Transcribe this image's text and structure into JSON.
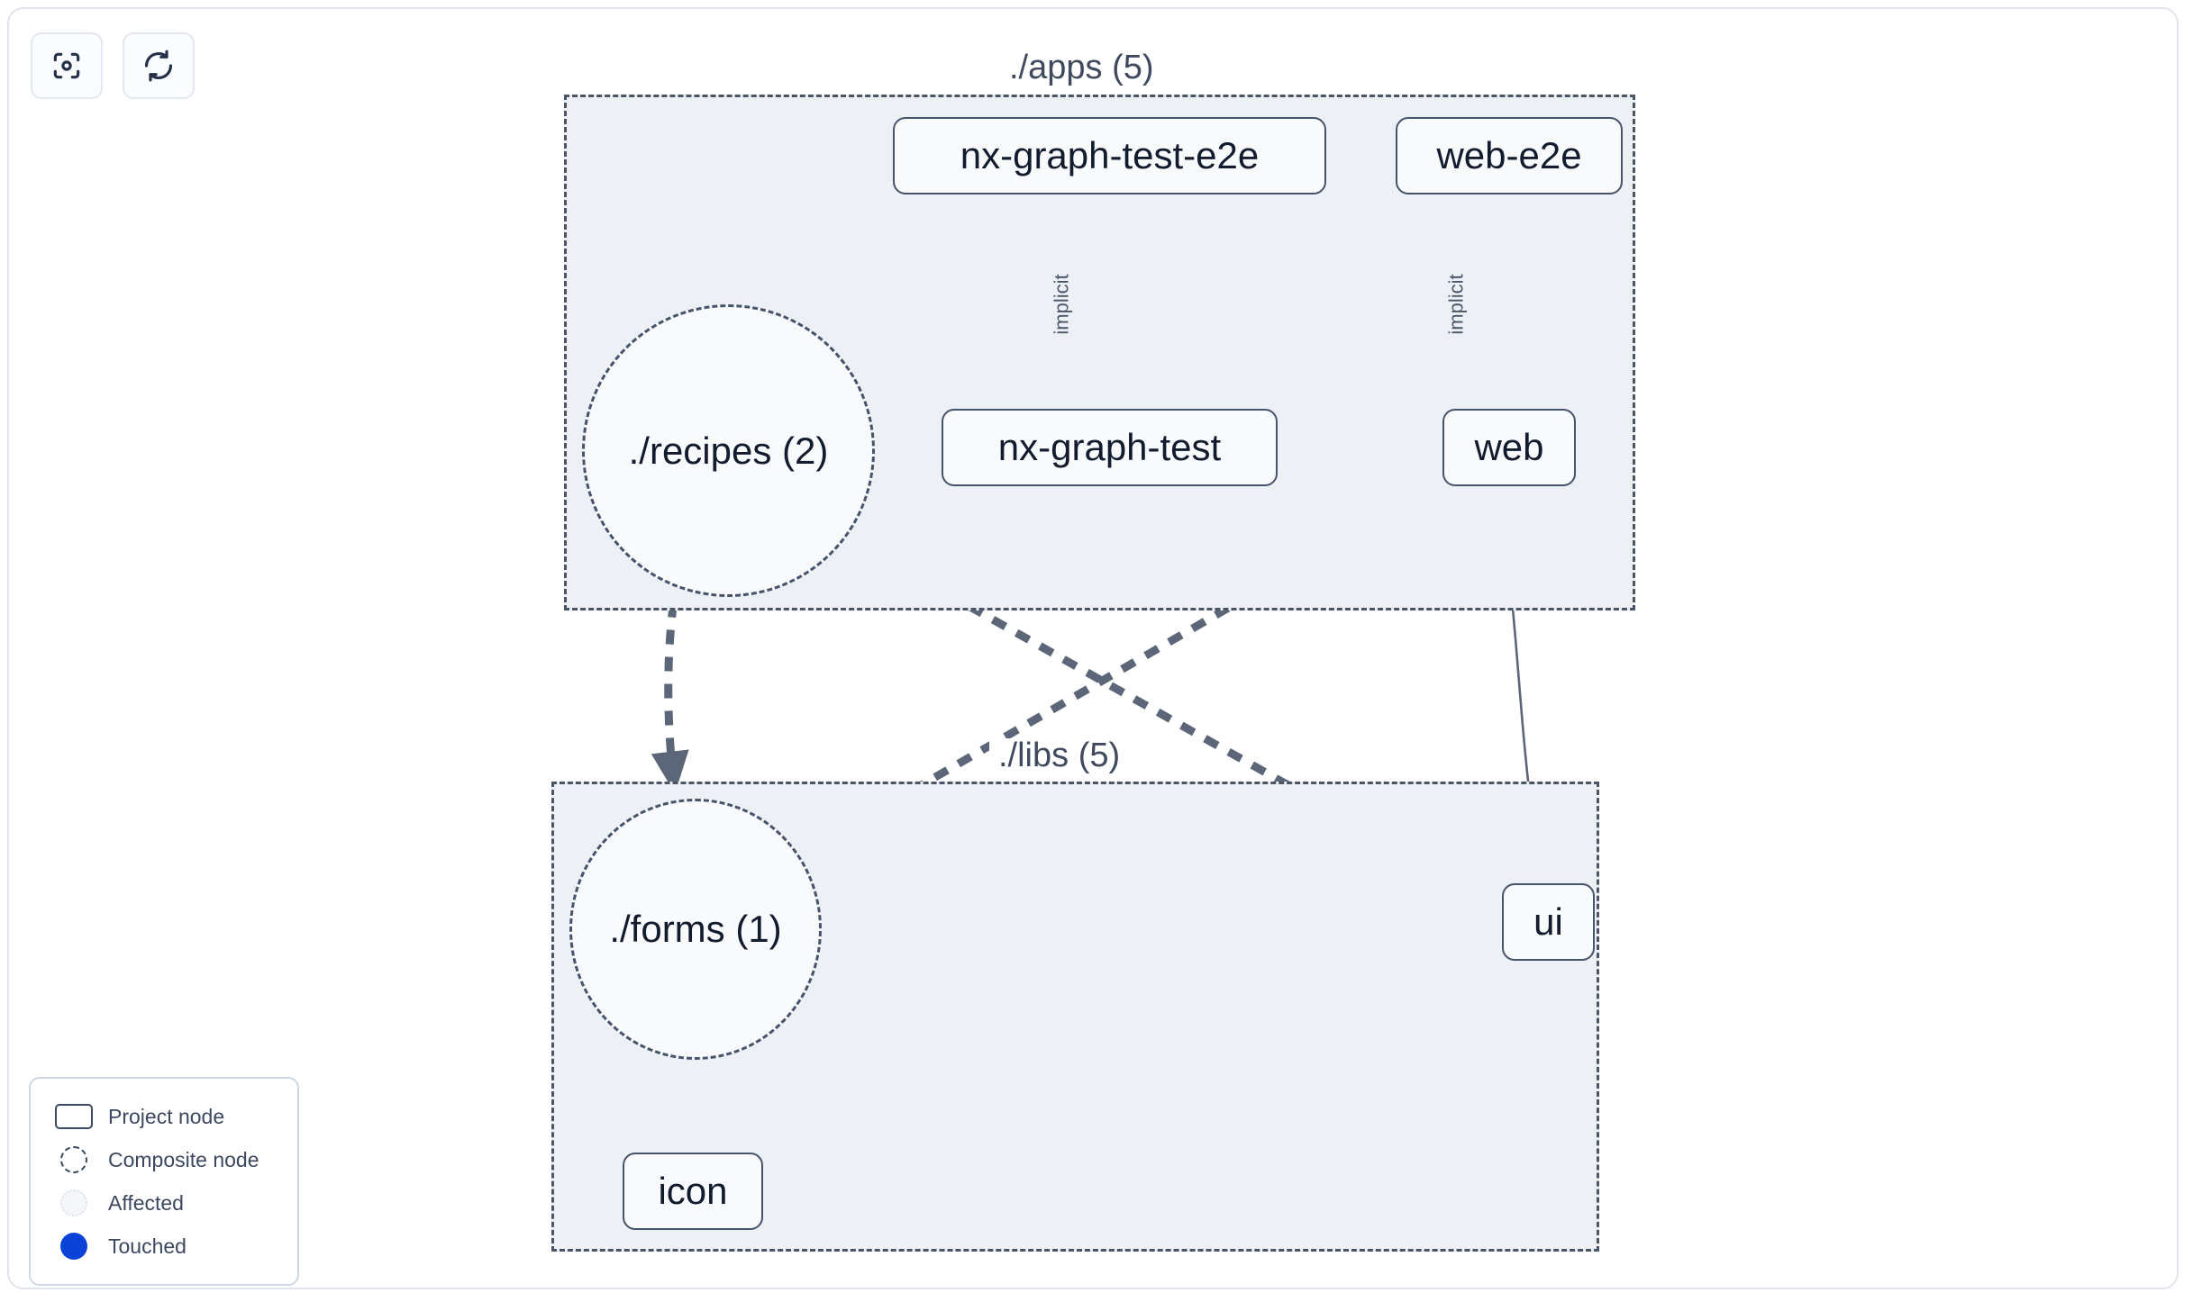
{
  "toolbar": {
    "buttons": [
      {
        "name": "focus-graph-button",
        "icon": "focus-target-icon"
      },
      {
        "name": "refresh-graph-button",
        "icon": "refresh-icon"
      }
    ]
  },
  "graph": {
    "groups": [
      {
        "id": "apps",
        "label": "./apps (5)"
      },
      {
        "id": "libs",
        "label": "./libs (5)"
      }
    ],
    "project_nodes": [
      {
        "id": "nx-graph-test-e2e",
        "label": "nx-graph-test-e2e",
        "group": "apps"
      },
      {
        "id": "web-e2e",
        "label": "web-e2e",
        "group": "apps"
      },
      {
        "id": "nx-graph-test",
        "label": "nx-graph-test",
        "group": "apps"
      },
      {
        "id": "web",
        "label": "web",
        "group": "apps"
      },
      {
        "id": "ui",
        "label": "ui",
        "group": "libs"
      },
      {
        "id": "icon",
        "label": "icon",
        "group": "libs"
      }
    ],
    "composite_nodes": [
      {
        "id": "recipes",
        "label": "./recipes (2)",
        "group": "apps"
      },
      {
        "id": "forms",
        "label": "./forms (1)",
        "group": "libs"
      }
    ],
    "edges": [
      {
        "from": "nx-graph-test-e2e",
        "to": "nx-graph-test",
        "label": "implicit",
        "style": "solid"
      },
      {
        "from": "web-e2e",
        "to": "web",
        "label": "implicit",
        "style": "solid"
      },
      {
        "from": "web",
        "to": "ui",
        "label": "",
        "style": "solid"
      },
      {
        "from": "recipes",
        "to": "forms",
        "label": "",
        "style": "dashed"
      },
      {
        "from": "recipes",
        "to": "ui",
        "label": "",
        "style": "dashed"
      },
      {
        "from": "web",
        "to": "forms",
        "label": "",
        "style": "dashed"
      },
      {
        "from": "forms",
        "to": "icon",
        "label": "",
        "style": "dashed"
      }
    ]
  },
  "legend": {
    "items": [
      {
        "swatch": "project-node-swatch",
        "label": "Project node"
      },
      {
        "swatch": "composite-node-swatch",
        "label": "Composite node"
      },
      {
        "swatch": "affected-swatch",
        "label": "Affected"
      },
      {
        "swatch": "touched-swatch",
        "label": "Touched"
      }
    ]
  },
  "colors": {
    "group_fill": "#edf0f5",
    "group_border": "#4a5568",
    "node_fill": "#f8fafc",
    "node_border": "#47536b",
    "edge": "#5b6679",
    "touched": "#0b43d8",
    "canvas_border": "#e2e5ee"
  }
}
